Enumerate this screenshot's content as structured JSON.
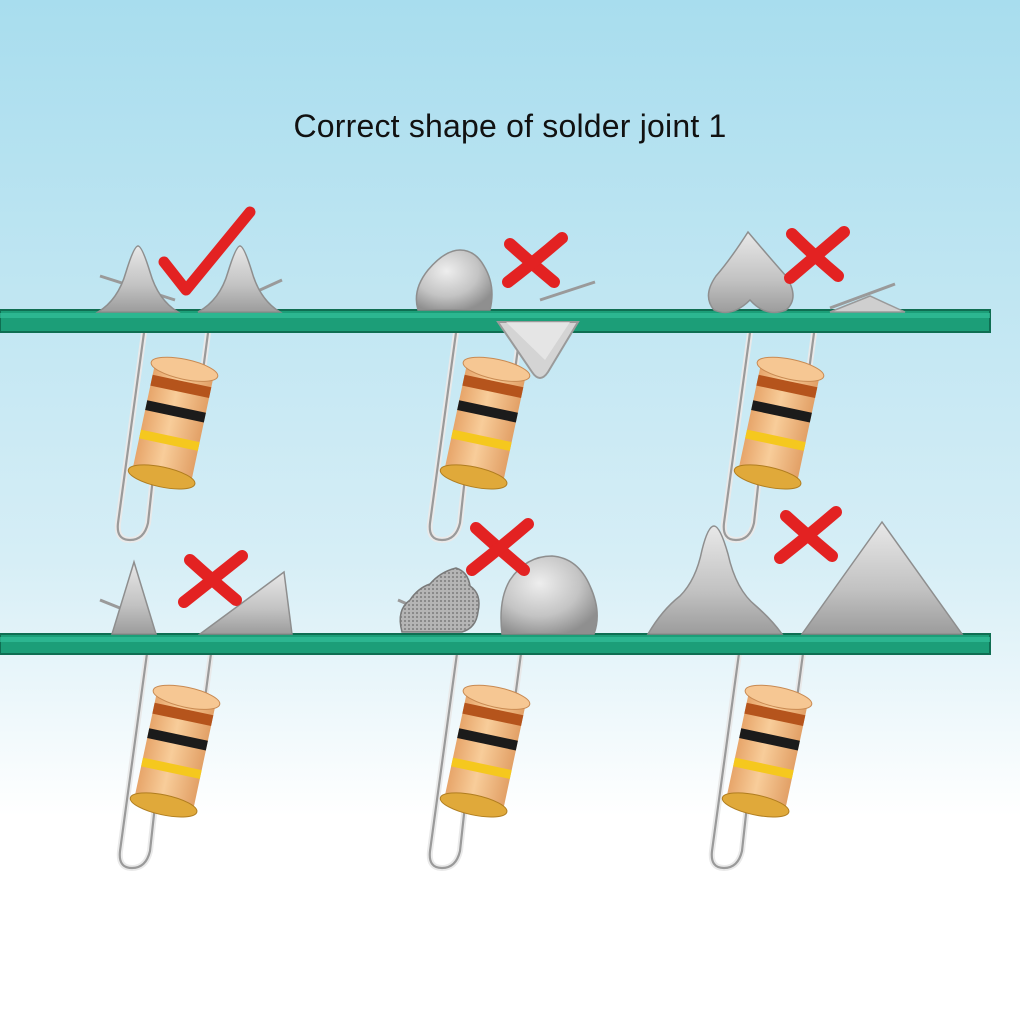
{
  "title": "Correct shape of solder joint 1",
  "colors": {
    "sky_top": "#a8ddee",
    "sky_bottom": "#ffffff",
    "board": "#1c9e78",
    "board_edge": "#0f6e52",
    "solder": "#c3c3c3",
    "solder_dark": "#8e8e8e",
    "lead": "#9a9a9a",
    "body": "#f0b57a",
    "cap": "#e0a93a",
    "check": "#e32222",
    "cross": "#e32222"
  },
  "panels": [
    {
      "name": "good-joint",
      "verdict": "correct",
      "mark_icon": "check-icon"
    },
    {
      "name": "round-blob",
      "verdict": "incorrect",
      "mark_icon": "cross-icon"
    },
    {
      "name": "heart-excess",
      "verdict": "incorrect",
      "mark_icon": "cross-icon"
    },
    {
      "name": "spike-insufficient",
      "verdict": "incorrect",
      "mark_icon": "cross-icon"
    },
    {
      "name": "porous-lumpy",
      "verdict": "incorrect",
      "mark_icon": "cross-icon"
    },
    {
      "name": "tall-excessive",
      "verdict": "incorrect",
      "mark_icon": "cross-icon"
    }
  ]
}
